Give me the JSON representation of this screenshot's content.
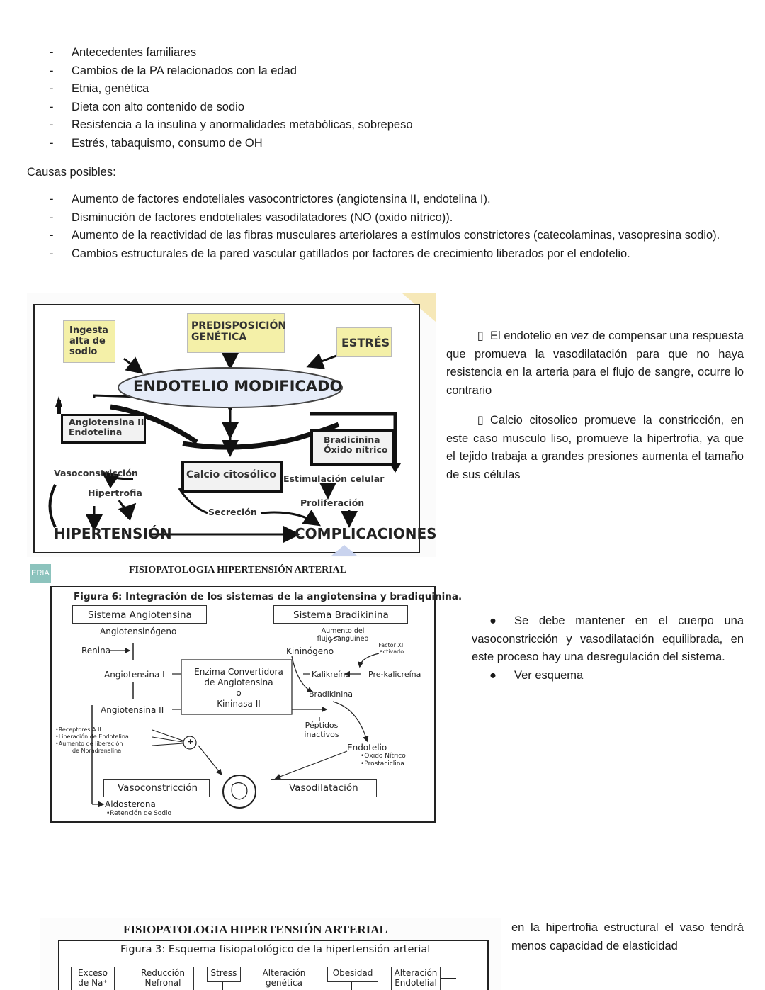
{
  "risk_factors": [
    "Antecedentes familiares",
    "Cambios de la PA relacionados con la edad",
    "Etnia, genética",
    "Dieta con alto contenido de sodio",
    "Resistencia a la insulina y anormalidades metabólicas, sobrepeso",
    "Estrés, tabaquismo, consumo de OH"
  ],
  "causes_heading": "Causas posibles:",
  "causes": [
    "Aumento de factores endoteliales vasocontrictores (angiotensina II, endotelina I).",
    "Disminución de factores endoteliales vasodilatadores (NO (oxido nítrico)).",
    "Aumento de la reactividad de las fibras musculares arteriolares a estímulos constrictores (catecolaminas, vasopresina sodio).",
    "Cambios estructurales de la pared vascular gatillados por factores de crecimiento liberados por el endotelio."
  ],
  "diagram1": {
    "ingesta": [
      "Ingesta",
      "alta de",
      "sodio"
    ],
    "predisposicion": [
      "PREDISPOSICIÓN",
      "GENÉTICA"
    ],
    "estres": "ESTRÉS",
    "endotelio": "ENDOTELIO MODIFICADO",
    "angiotensina": [
      "Angiotensina II",
      "Endotelina"
    ],
    "bradicinina": [
      "Bradicinina",
      "Óxido nítrico"
    ],
    "vasoconstriccion": "Vasoconstricción",
    "calcio": "Calcio citosólico",
    "estimulacion": "Estimulación celular",
    "hipertrofia": "Hipertrofia",
    "proliferacion": "Proliferación",
    "secrecion": "Secreción",
    "hipertension": "HIPERTENSIÓN",
    "complicaciones": "COMPLICACIONES"
  },
  "notes1": [
    "El endotelio en vez de compensar una respuesta que promueva la vasodilatación para que no haya resistencia en la arteria para el flujo de sangre, ocurre lo contrario",
    "Calcio citosolico promueve la constricción, en este caso musculo liso, promueve la hipertrofia, ya que el tejido trabaja a grandes presiones aumenta el tamaño de sus células"
  ],
  "bullet_glyph": "",
  "figure6": {
    "logo": "ERIA",
    "page_title": "FISIOPATOLOGIA HIPERTENSIÓN ARTERIAL",
    "caption": "Figura 6: Integración de los sistemas de la angiotensina y bradiquinina.",
    "sistema_angio": "Sistema Angiotensina",
    "sistema_bradi": "Sistema Bradikinina",
    "angiotensinogeno": "Angiotensinógeno",
    "renina": "Renina",
    "angio1": "Angiotensina I",
    "angio2": "Angiotensina II",
    "enzima": [
      "Enzima Convertidora",
      "de Angiotensina",
      "o",
      "Kininasa II"
    ],
    "aumento": [
      "Aumento del",
      "flujo sanguíneo"
    ],
    "factor": [
      "Factor XII",
      "activado"
    ],
    "kininogeno": "Kininógeno",
    "kalikreina": "Kalikreína",
    "prekalicreina": "Pre-kalicreína",
    "bradikinina": "Bradikinina",
    "peptidos": [
      "Péptidos",
      "inactivos"
    ],
    "receptores": [
      "•Receptores A II",
      "•Liberación de Endotelina",
      "•Aumento de liberación",
      "de Noradrenalina"
    ],
    "plus": "+",
    "endotelio": "Endotelio",
    "endotelio_items": [
      "•Oxido Nítrico",
      "•Prostaciclina"
    ],
    "vasoconstriccion": "Vasoconstricción",
    "vasodilatacion": "Vasodilatación",
    "aldosterona": "Aldosterona",
    "retencion": "•Retención de Sodio"
  },
  "notes2": [
    "Se debe mantener en el cuerpo una vasoconstricción y vasodilatación equilibrada, en este proceso hay una desregulación del sistema.",
    "Ver esquema"
  ],
  "figure3": {
    "page_title": "FISIOPATOLOGIA HIPERTENSIÓN ARTERIAL",
    "caption": "Figura 3: Esquema fisiopatológico de la hipertensión arterial",
    "boxes": [
      [
        "Exceso",
        "de Na⁺"
      ],
      [
        "Reducción",
        "Nefronal"
      ],
      [
        "Stress"
      ],
      [
        "Alteración",
        "genética"
      ],
      [
        "Obesidad"
      ],
      [
        "Alteración",
        "Endotelial"
      ]
    ]
  },
  "note3": "en la hipertrofia estructural el vaso tendrá menos capacidad de elasticidad"
}
